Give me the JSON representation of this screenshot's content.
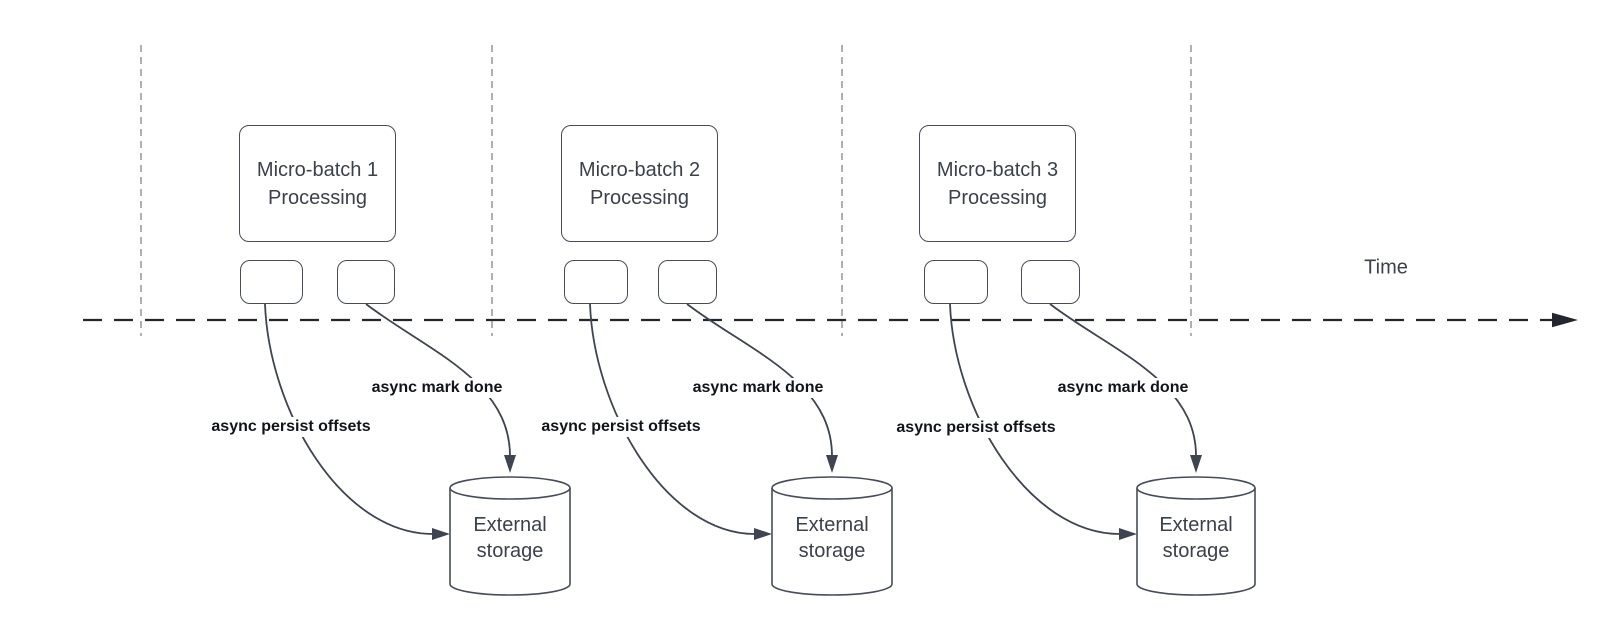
{
  "time_axis": {
    "label": "Time"
  },
  "groups": [
    {
      "title": "Micro-batch 1\nProcessing",
      "persist_label": "async persist offsets",
      "done_label": "async mark done",
      "storage_label": "External\nstorage"
    },
    {
      "title": "Micro-batch 2\nProcessing",
      "persist_label": "async persist offsets",
      "done_label": "async mark done",
      "storage_label": "External\nstorage"
    },
    {
      "title": "Micro-batch 3\nProcessing",
      "persist_label": "async persist offsets",
      "done_label": "async mark done",
      "storage_label": "External\nstorage"
    }
  ],
  "colors": {
    "background": "#ffffff",
    "shape_stroke": "#464c59",
    "shape_text": "#3b414c",
    "edge_stroke": "#3e4450",
    "edge_label_text": "#111419",
    "time_axis_stroke": "#23272d",
    "guide_line": "#a8a8a8"
  }
}
